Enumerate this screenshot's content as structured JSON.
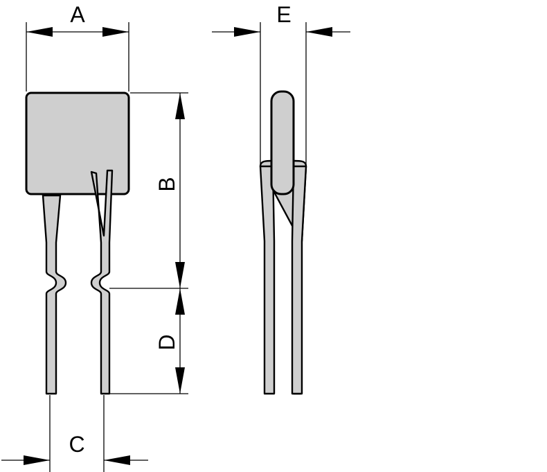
{
  "diagram": {
    "labels": {
      "A": "A",
      "B": "B",
      "C": "C",
      "D": "D",
      "E": "E"
    },
    "colors": {
      "body": "#cfcfcf",
      "outline": "#000000",
      "background": "#ffffff"
    }
  }
}
